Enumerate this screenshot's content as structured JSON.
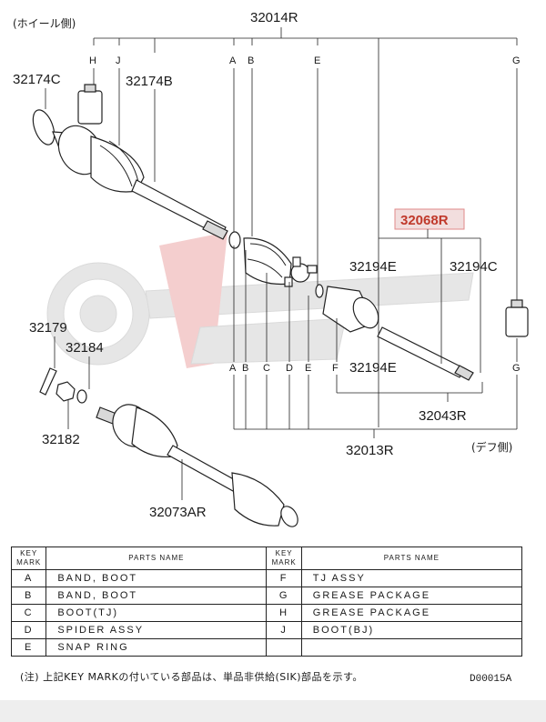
{
  "labels": {
    "wheel_side": "(ホイール側)",
    "diff_side": "(デフ側)",
    "p32014R": "32014R",
    "p32174C": "32174C",
    "p32174B": "32174B",
    "p32068R": "32068R",
    "p32194E_top": "32194E",
    "p32194C": "32194C",
    "p32194E_bottom": "32194E",
    "p32043R": "32043R",
    "p32013R": "32013R",
    "p32179": "32179",
    "p32184": "32184",
    "p32182": "32182",
    "p32073AR": "32073AR"
  },
  "key_letters_top": {
    "H": "H",
    "J": "J",
    "A": "A",
    "B": "B",
    "E": "E",
    "G": "G"
  },
  "key_letters_bottom": {
    "A": "A",
    "B": "B",
    "C": "C",
    "D": "D",
    "E": "E",
    "F": "F",
    "G": "G"
  },
  "table": {
    "headers": {
      "key_mark_left": "KEY MARK",
      "parts_name_left": "PARTS NAME",
      "key_mark_right": "KEY MARK",
      "parts_name_right": "PARTS NAME"
    },
    "rows": [
      {
        "k1": "A",
        "n1": "BAND, BOOT",
        "k2": "F",
        "n2": "TJ ASSY"
      },
      {
        "k1": "B",
        "n1": "BAND, BOOT",
        "k2": "G",
        "n2": "GREASE PACKAGE"
      },
      {
        "k1": "C",
        "n1": "BOOT(TJ)",
        "k2": "H",
        "n2": "GREASE PACKAGE"
      },
      {
        "k1": "D",
        "n1": "SPIDER ASSY",
        "k2": "J",
        "n2": "BOOT(BJ)"
      },
      {
        "k1": "E",
        "n1": "SNAP RING",
        "k2": "",
        "n2": ""
      }
    ]
  },
  "note": "(注) 上記KEY MARKの付いている部品は、単品非供給(SIK)部品を示す。",
  "diagram_code": "D00015A",
  "colors": {
    "highlight": "#c0392b",
    "highlight_bg": "#f2dede"
  }
}
